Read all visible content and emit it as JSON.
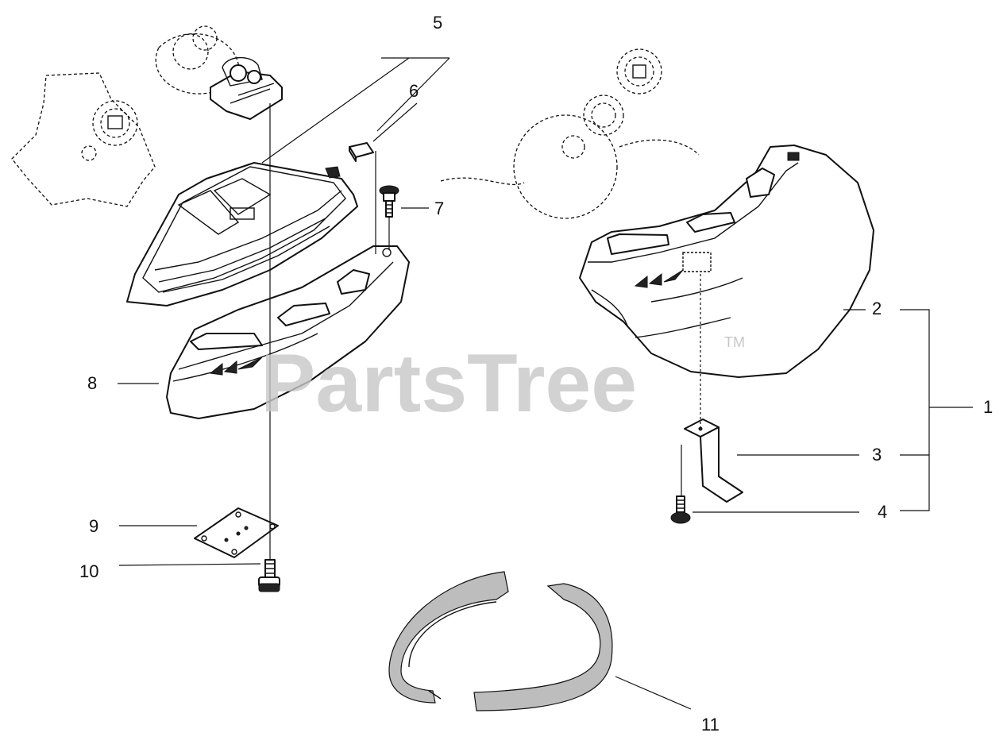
{
  "watermark": {
    "text": "PartsTree",
    "mark": "TM"
  },
  "callouts": [
    "1",
    "2",
    "3",
    "4",
    "5",
    "6",
    "7",
    "8",
    "9",
    "10",
    "11"
  ]
}
